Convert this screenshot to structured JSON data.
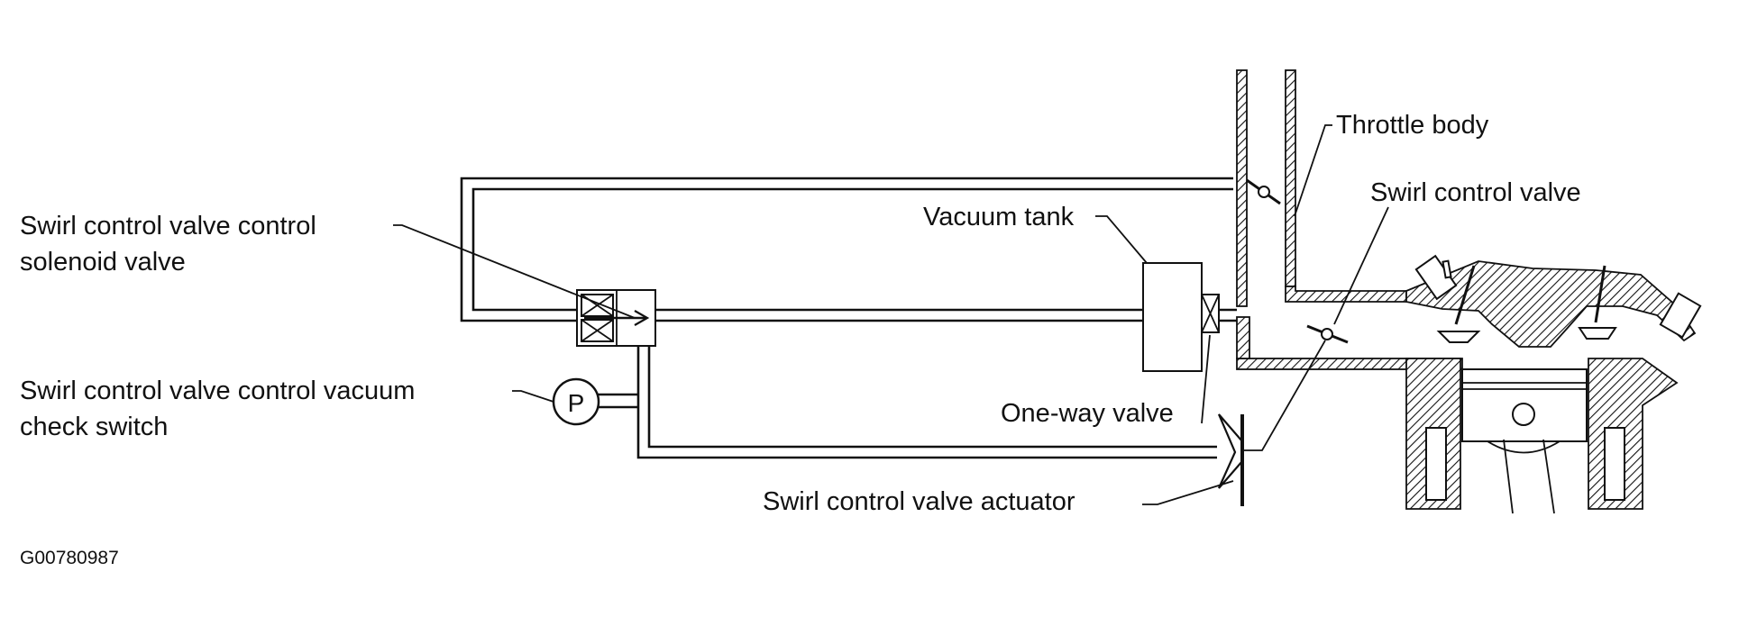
{
  "labels": {
    "solenoid_line1": "Swirl control valve control",
    "solenoid_line2": "solenoid valve",
    "check_switch_line1": "Swirl control valve control vacuum",
    "check_switch_line2": "check switch",
    "pressure_symbol": "P",
    "vacuum_tank": "Vacuum tank",
    "one_way_valve": "One-way valve",
    "throttle_body": "Throttle body",
    "swirl_control_valve": "Swirl control valve",
    "actuator": "Swirl control valve actuator"
  },
  "figure_code": "G00780987"
}
